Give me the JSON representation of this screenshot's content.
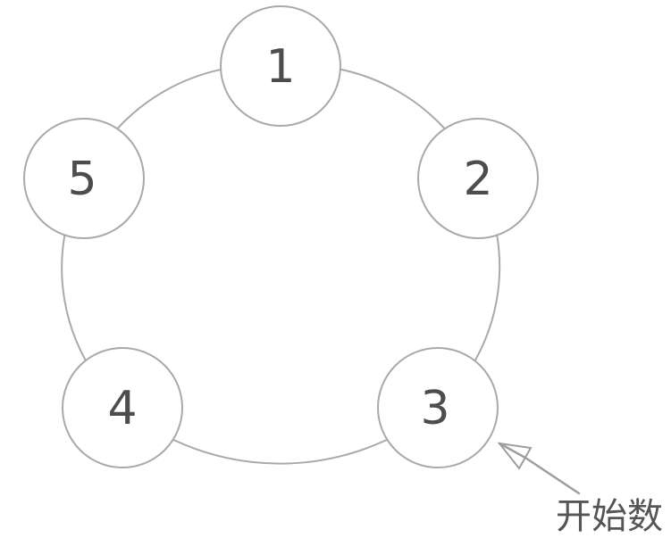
{
  "nodes": [
    {
      "label": "1"
    },
    {
      "label": "2"
    },
    {
      "label": "3"
    },
    {
      "label": "4"
    },
    {
      "label": "5"
    }
  ],
  "annotation": {
    "label": "开始数",
    "points_to_node": "3"
  },
  "colors": {
    "ring_stroke": "#a9a9a9",
    "number_text": "#4d4d4d",
    "arrow_stroke": "#9e9e9e",
    "annotation_text": "#555555",
    "background": "#ffffff"
  }
}
